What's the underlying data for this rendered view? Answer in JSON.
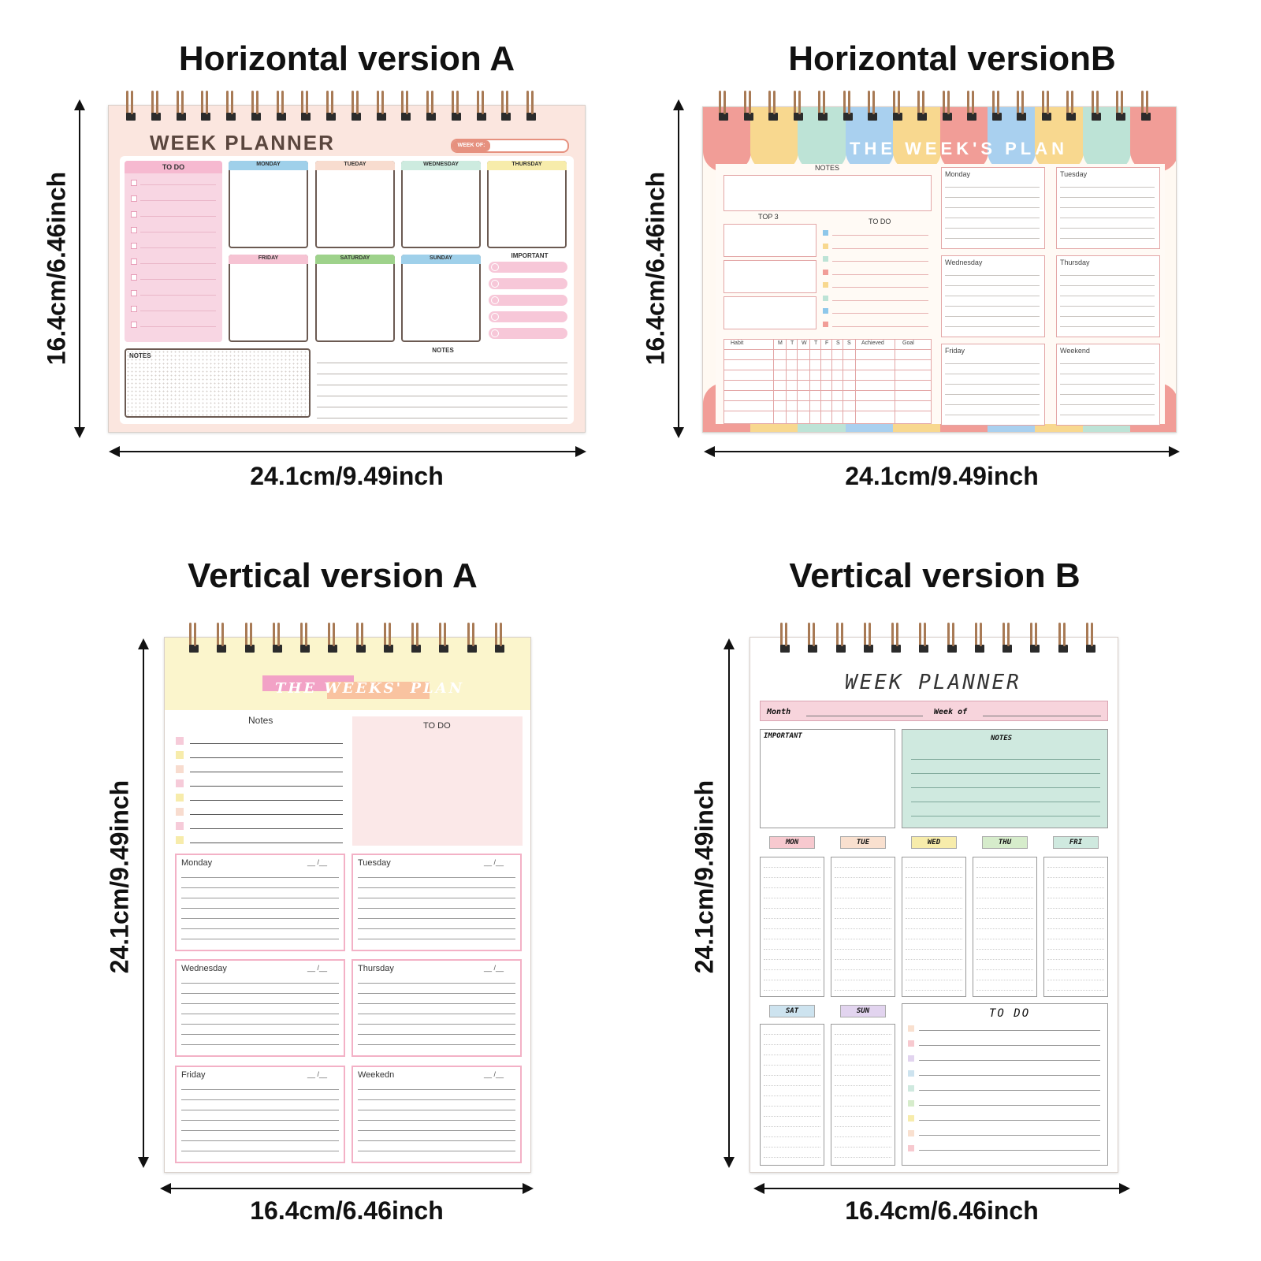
{
  "panels": {
    "ha": {
      "title": "Horizontal version A",
      "width_label": "24.1cm/9.49inch",
      "height_label": "16.4cm/6.46inch",
      "header": "WEEK PLANNER",
      "week_of": "WEEK OF:",
      "todo": "TO DO",
      "days": [
        "MONDAY",
        "TUEDAY",
        "WEDNESDAY",
        "THURSDAY",
        "FRIDAY",
        "SATURDAY",
        "SUNDAY"
      ],
      "important": "IMPORTANT",
      "notes_left": "NOTES",
      "notes_right": "NOTES"
    },
    "hb": {
      "title": "Horizontal versionB",
      "width_label": "24.1cm/9.49inch",
      "height_label": "16.4cm/6.46inch",
      "header": "THE WEEK'S PLAN",
      "notes": "NOTES",
      "top3": "TOP 3",
      "todo": "TO DO",
      "habit_cols": [
        "Habit",
        "M",
        "T",
        "W",
        "T",
        "F",
        "S",
        "S",
        "Achieved",
        "Goal"
      ],
      "days": [
        "Monday",
        "Tuesday",
        "Wednesday",
        "Thursday",
        "Friday",
        "Weekend"
      ]
    },
    "va": {
      "title": "Vertical version A",
      "width_label": "16.4cm/6.46inch",
      "height_label": "24.1cm/9.49inch",
      "header": "THE WEEKS' PLAN",
      "notes": "Notes",
      "todo": "TO DO",
      "days": [
        "Monday",
        "Tuesday",
        "Wednesday",
        "Thursday",
        "Friday",
        "Weekedn"
      ],
      "date_mark": "__ /__"
    },
    "vb": {
      "title": "Vertical version B",
      "width_label": "16.4cm/6.46inch",
      "height_label": "24.1cm/9.49inch",
      "header": "WEEK PLANNER",
      "month": "Month",
      "week_of": "Week of",
      "important": "IMPORTANT",
      "notes": "NOTES",
      "days": [
        "MON",
        "TUE",
        "WED",
        "THU",
        "FRI",
        "SAT",
        "SUN"
      ],
      "todo": "TO DO"
    }
  },
  "colors": {
    "pink": "#f6c3d3",
    "blue": "#9fd0ea",
    "peach": "#f8dccf",
    "mint": "#cdebdf",
    "yellow": "#f7ecab",
    "green": "#9ed28b",
    "coral": "#f19d97",
    "sheet_a": "#fbe6df",
    "sheet_va": "#fbf5cc",
    "notes_vb": "#cfe9df"
  }
}
